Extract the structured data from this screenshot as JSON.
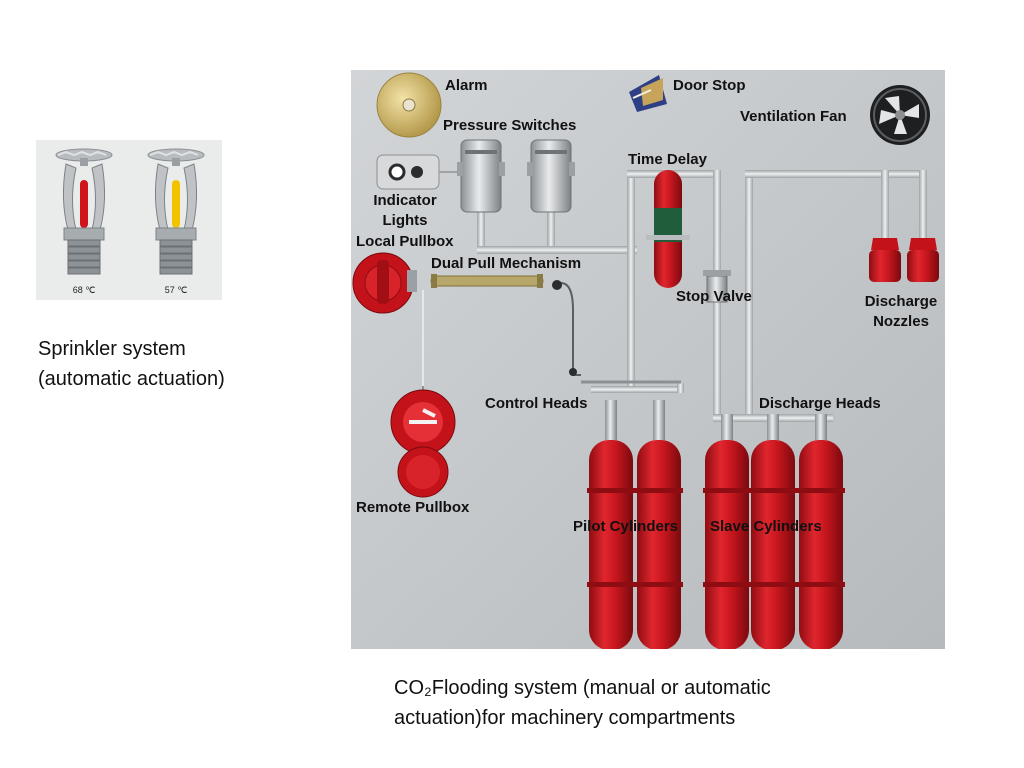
{
  "sprinkler": {
    "bulb_red_temp": "68 ℃",
    "bulb_yellow_temp": "57 ℃",
    "caption_line1": "Sprinkler system",
    "caption_line2": "(automatic actuation)"
  },
  "diagram": {
    "labels": {
      "alarm": "Alarm",
      "door_stop": "Door Stop",
      "ventilation_fan": "Ventilation Fan",
      "pressure_switches": "Pressure Switches",
      "time_delay": "Time Delay",
      "indicator_lights_1": "Indicator",
      "indicator_lights_2": "Lights",
      "local_pullbox": "Local Pullbox",
      "dual_pull": "Dual Pull Mechanism",
      "stop_valve": "Stop Valve",
      "discharge_nozzles_1": "Discharge",
      "discharge_nozzles_2": "Nozzles",
      "control_heads": "Control Heads",
      "discharge_heads": "Discharge Heads",
      "remote_pullbox": "Remote Pullbox",
      "pilot_cylinders": "Pilot Cylinders",
      "slave_cylinders": "Slave Cylinders"
    },
    "caption_line1": "CO₂Flooding system (manual or automatic",
    "caption_line2": "actuation)for machinery compartments"
  },
  "colors": {
    "cylinder_red": "#cc1a22",
    "pipe_gray": "#c9cccf",
    "diagram_bg": "#c4c7c9"
  }
}
